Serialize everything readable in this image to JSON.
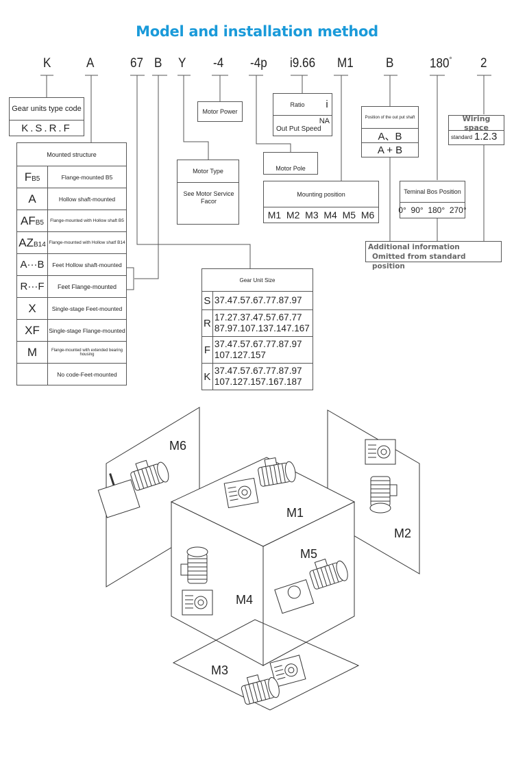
{
  "title": "Model and installation method",
  "model_code": {
    "parts": [
      "K",
      "A",
      "67",
      "B",
      "Y",
      "-4",
      "-4p",
      "i9.66",
      "M1",
      "B",
      "180",
      "2"
    ],
    "degree_mark": "°"
  },
  "gear_units": {
    "label": "Gear units type code",
    "value": "K.S.R.F"
  },
  "mounted_structure": {
    "header": "Mounted structure",
    "rows": [
      {
        "code": "F",
        "sub": "B5",
        "desc": "Flange-mounted B5"
      },
      {
        "code": "A",
        "sub": "",
        "desc": "Hollow shaft-mounted"
      },
      {
        "code": "AF",
        "sub": "B5",
        "desc": "Flange-mounted with Hollow shaft B5"
      },
      {
        "code": "AZ",
        "sub": "B14",
        "desc": "Flange-mounted with Hollow shatf B14"
      },
      {
        "code": "A···B",
        "sub": "",
        "desc": "Feet Hollow shaft-mounted"
      },
      {
        "code": "R···F",
        "sub": "",
        "desc": "Feet Flange-mounted"
      },
      {
        "code": "X",
        "sub": "",
        "desc": "Single-stage Feet-mounted"
      },
      {
        "code": "XF",
        "sub": "",
        "desc": "Single-stage Flange-mounted"
      },
      {
        "code": "M",
        "sub": "",
        "desc": "Flange-mounted with extended bearing housing"
      },
      {
        "code": "",
        "sub": "",
        "desc": "No code-Feet-mounted"
      }
    ]
  },
  "motor_power": {
    "label": "Motor Power"
  },
  "motor_type": {
    "label": "Motor Type",
    "desc": "See Motor Service Facor"
  },
  "motor_pole": {
    "label": "Motor Pole"
  },
  "ratio": {
    "label": "Ratio",
    "symbol": "i",
    "na": "NA",
    "speed": "Out Put Speed"
  },
  "mounting_position": {
    "label": "Mounting position",
    "values": "M1  M2  M3  M4  M5  M6"
  },
  "output_shaft": {
    "label": "Position of the out put shaft",
    "opt1": "A、B",
    "opt2": "A + B"
  },
  "terminal_box": {
    "label": "Teminal Bos Position",
    "values": "0°  90°  180°  270°"
  },
  "wiring_space": {
    "label": "Wiring space",
    "std_label": "standard",
    "std_value": "1.2.3"
  },
  "additional_info": {
    "line1": "Additional information",
    "line2": "Omitted from standard position"
  },
  "gear_unit_size": {
    "header": "Gear Unit Size",
    "rows": [
      {
        "code": "S",
        "line1": "37.47.57.67.77.87.97",
        "line2": ""
      },
      {
        "code": "R",
        "line1": "17.27.37.47.57.67.77",
        "line2": "87.97.107.137.147.167"
      },
      {
        "code": "F",
        "line1": "37.47.57.67.77.87.97",
        "line2": "107.127.157"
      },
      {
        "code": "K",
        "line1": "37.47.57.67.77.87.97",
        "line2": "107.127.157.167.187"
      }
    ]
  },
  "positions_diagram": {
    "labels": [
      "M1",
      "M2",
      "M3",
      "M4",
      "M5",
      "M6"
    ]
  }
}
